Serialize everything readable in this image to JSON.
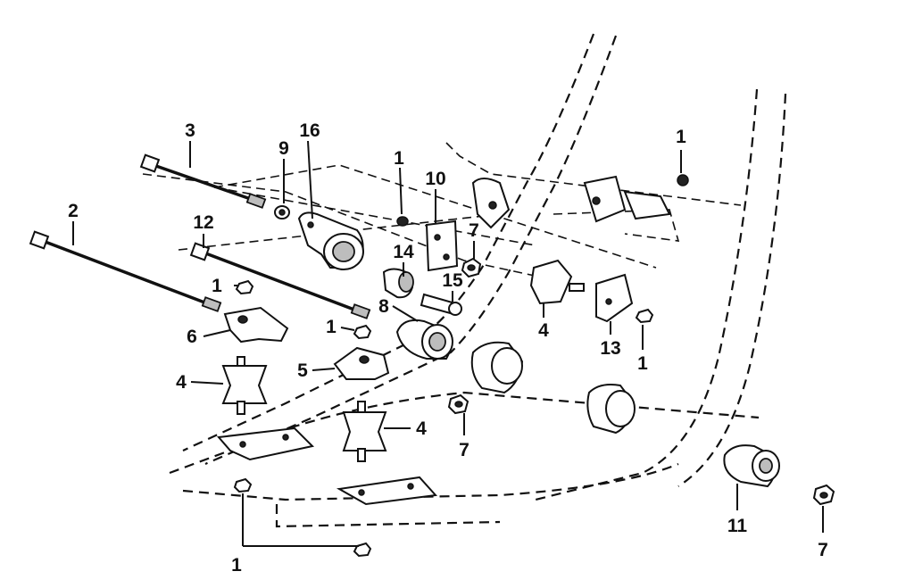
{
  "diagram": {
    "callouts": {
      "c1_top_right": "1",
      "c3": "3",
      "c9": "9",
      "c16": "16",
      "c1_upper_mid": "1",
      "c10": "10",
      "c2": "2",
      "c12": "12",
      "c7_upper": "7",
      "c14": "14",
      "c15": "15",
      "c1_left": "1",
      "c8": "8",
      "c1_mid": "1",
      "c6": "6",
      "c4_right_bracket": "4",
      "c13": "13",
      "c1_right_nut": "1",
      "c4_left": "4",
      "c5": "5",
      "c4_mid": "4",
      "c7_mid": "7",
      "c1_bottom": "1",
      "c11": "11",
      "c7_bottom_right": "7"
    }
  }
}
